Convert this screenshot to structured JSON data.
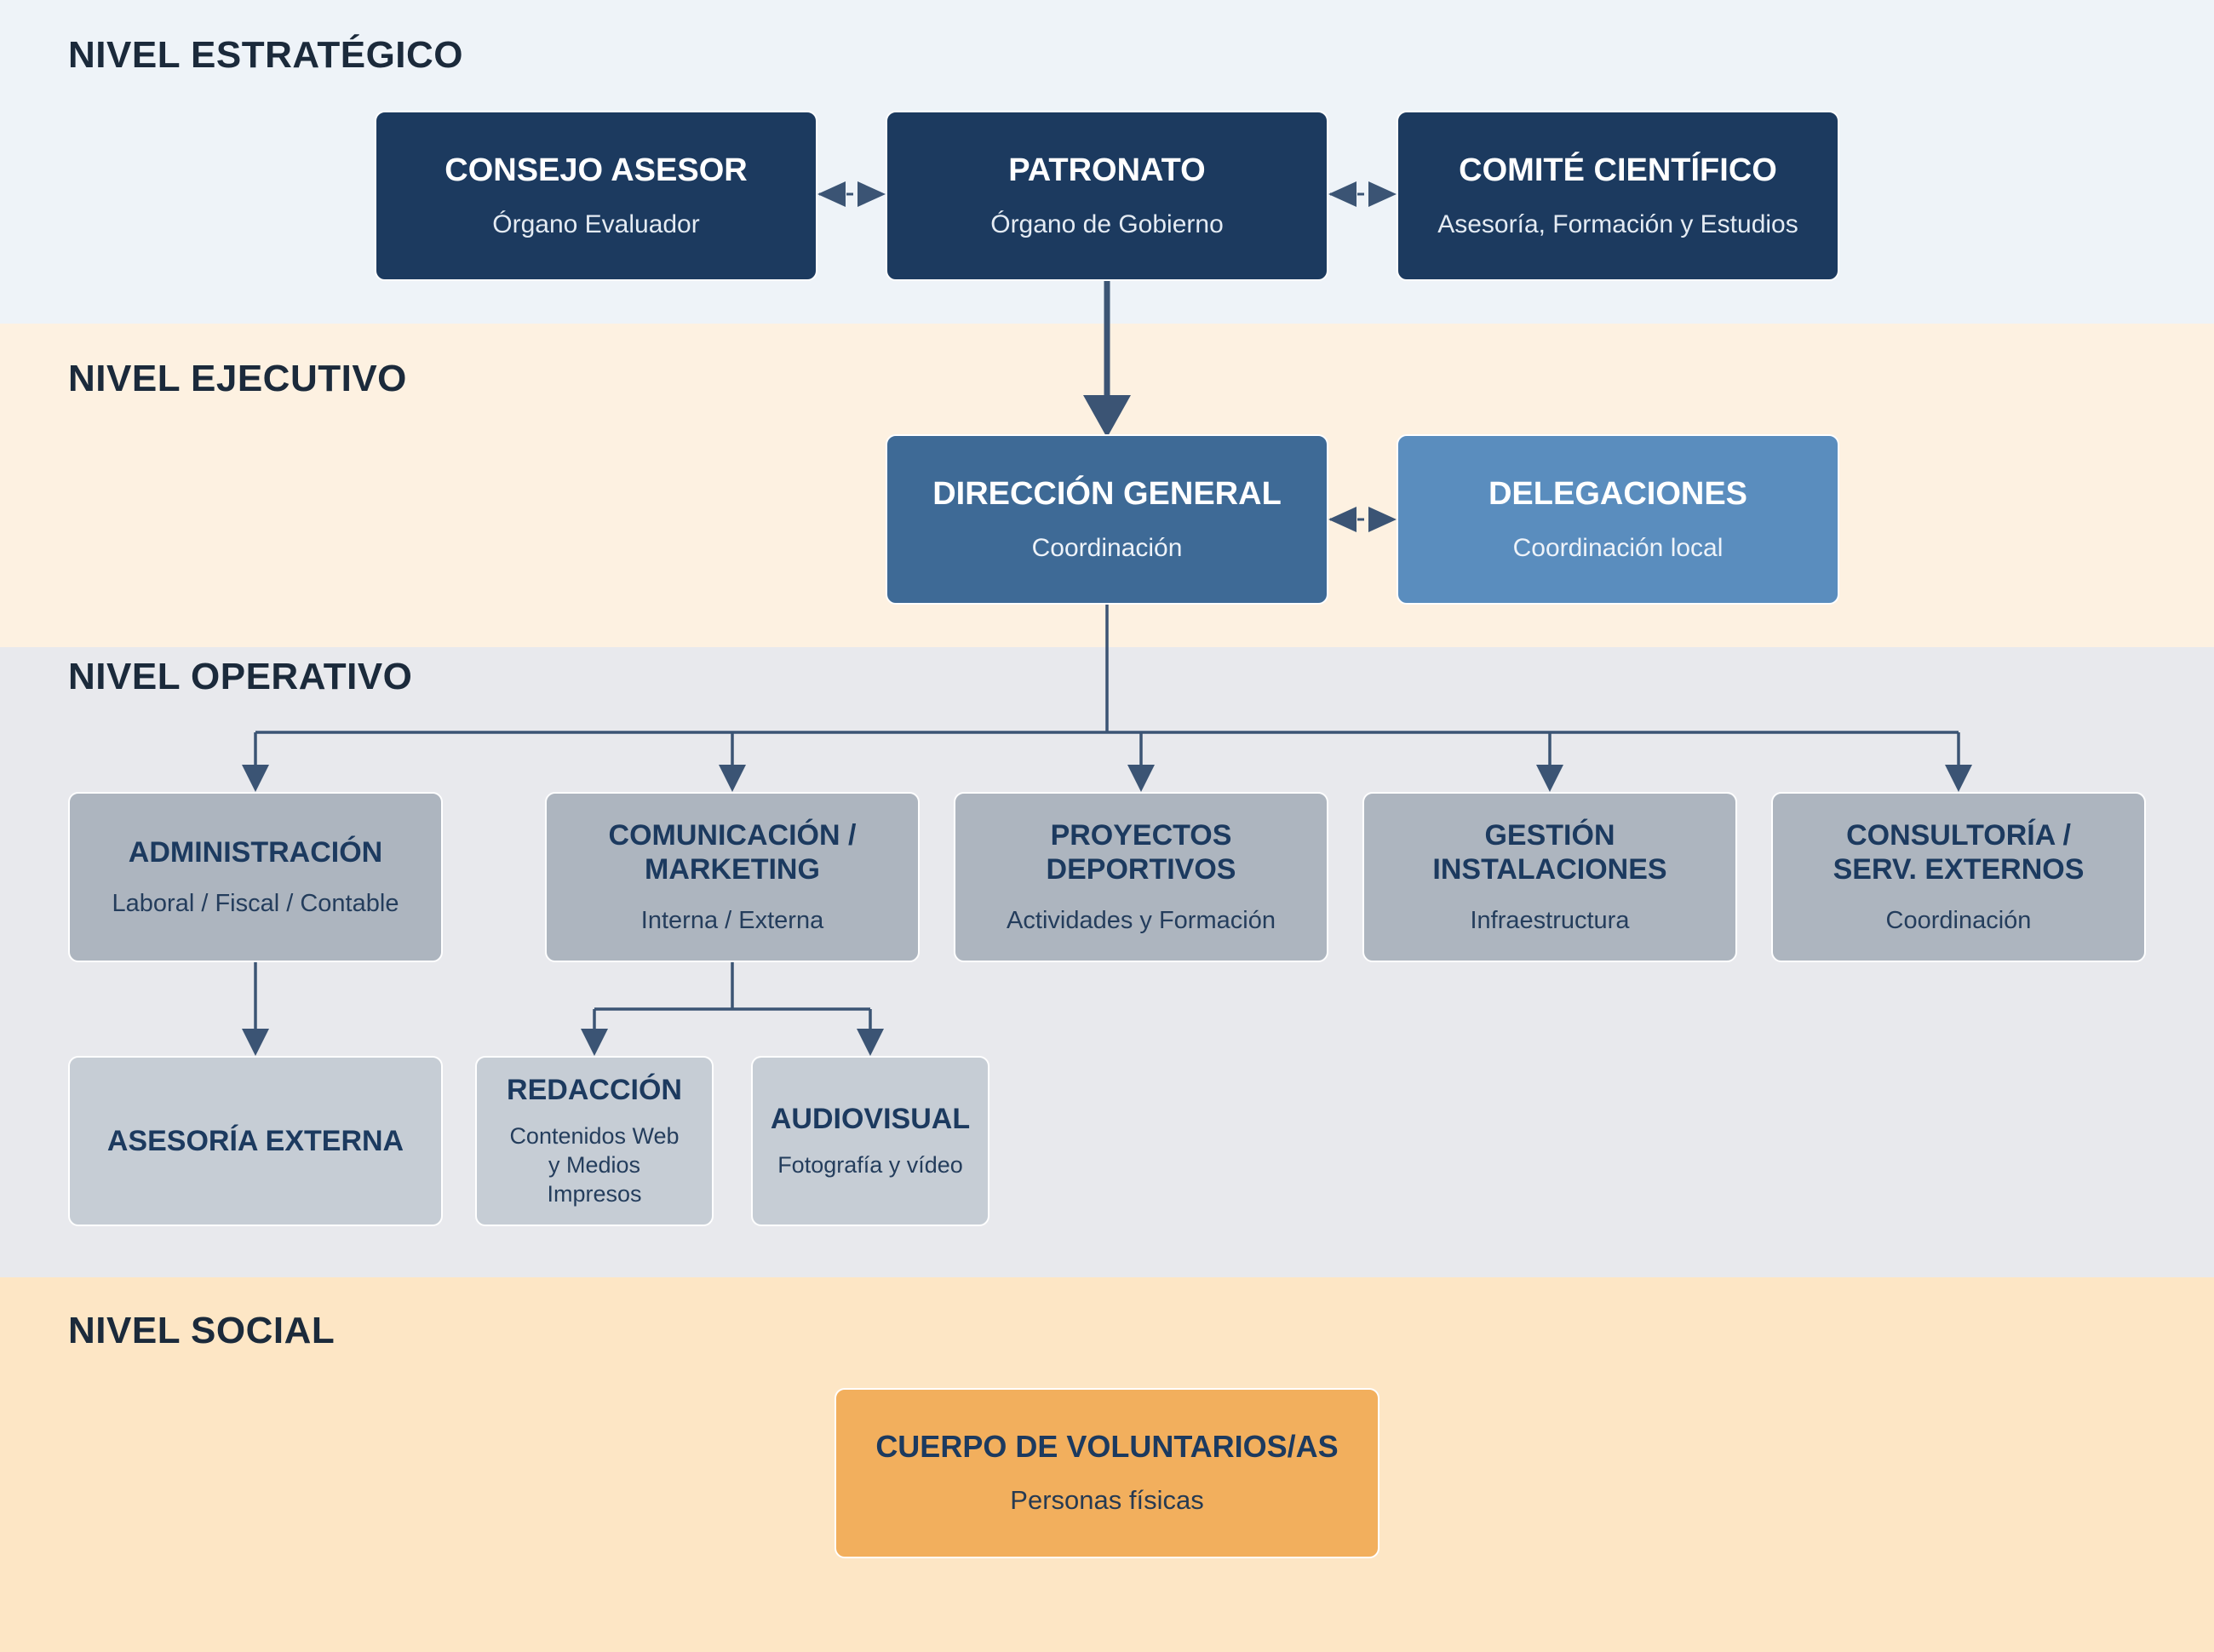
{
  "colors": {
    "band_strategic": "#eef3f8",
    "band_executive": "#fdf1e1",
    "band_operative": "#e8e9ed",
    "band_social": "#fde6c5",
    "connector": "#3b5474"
  },
  "levels": [
    {
      "title": "NIVEL ESTRATÉGICO"
    },
    {
      "title": "NIVEL EJECUTIVO"
    },
    {
      "title": "NIVEL OPERATIVO"
    },
    {
      "title": "NIVEL SOCIAL"
    }
  ],
  "nodes": {
    "consejo": {
      "title": "CONSEJO ASESOR",
      "subtitle": "Órgano Evaluador"
    },
    "patronato": {
      "title": "PATRONATO",
      "subtitle": "Órgano de Gobierno"
    },
    "comite": {
      "title": "COMITÉ CIENTÍFICO",
      "subtitle": "Asesoría, Formación y Estudios"
    },
    "direccion": {
      "title": "DIRECCIÓN GENERAL",
      "subtitle": "Coordinación"
    },
    "delegaciones": {
      "title": "DELEGACIONES",
      "subtitle": "Coordinación local"
    },
    "administracion": {
      "title": "ADMINISTRACIÓN",
      "subtitle": "Laboral / Fiscal / Contable"
    },
    "comunicacion": {
      "title": "COMUNICACIÓN / MARKETING",
      "subtitle": "Interna / Externa"
    },
    "proyectos": {
      "title": "PROYECTOS DEPORTIVOS",
      "subtitle": "Actividades y Formación"
    },
    "gestion": {
      "title": "GESTIÓN INSTALACIONES",
      "subtitle": "Infraestructura"
    },
    "consultoria": {
      "title": "CONSULTORÍA / SERV. EXTERNOS",
      "subtitle": "Coordinación"
    },
    "asesoria": {
      "title": "ASESORÍA EXTERNA"
    },
    "redaccion": {
      "title": "REDACCIÓN",
      "subtitle": "Contenidos Web y Medios Impresos"
    },
    "audiovisual": {
      "title": "AUDIOVISUAL",
      "subtitle": "Fotografía y vídeo"
    },
    "voluntarios": {
      "title": "CUERPO DE VOLUNTARIOS/AS",
      "subtitle": "Personas físicas"
    }
  }
}
